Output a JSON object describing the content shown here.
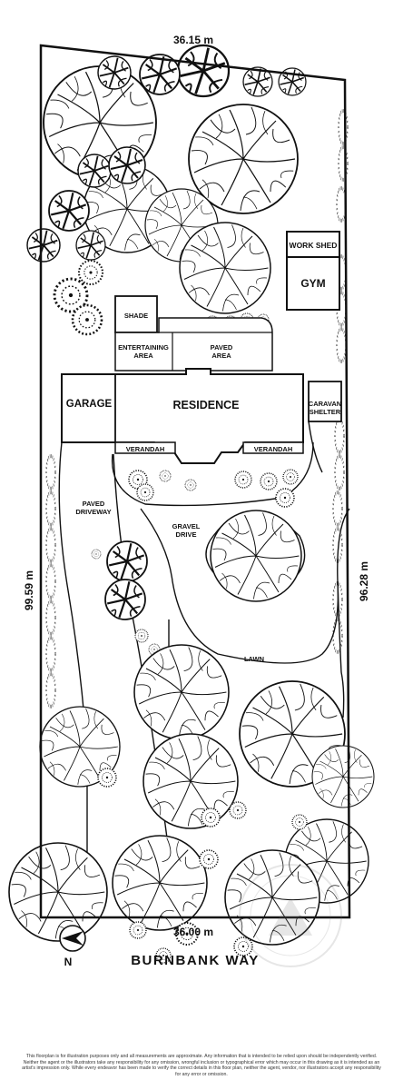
{
  "dimensions": {
    "top": "36.15 m",
    "bottom": "36.00 m",
    "left": "99.59 m",
    "right": "96.28 m"
  },
  "labels": {
    "work_shed": "WORK SHED",
    "gym": "GYM",
    "shade": "SHADE",
    "entertaining_line1": "ENTERTAINING",
    "entertaining_line2": "AREA",
    "paved_line1": "PAVED",
    "paved_line2": "AREA",
    "garage": "GARAGE",
    "residence": "RESIDENCE",
    "caravan_line1": "CARAVAN",
    "caravan_line2": "SHELTER",
    "verandah_left": "VERANDAH",
    "verandah_right": "VERANDAH",
    "driveway_line1": "PAVED",
    "driveway_line2": "DRIVEWAY",
    "gravel_line1": "GRAVEL",
    "gravel_line2": "DRIVE",
    "lawn": "LAWN"
  },
  "street_name": "BURNBANK WAY",
  "north_label": "N",
  "disclaimer": "This floorplan is for illustration purposes only and all measurements are approximate. Any information that is intended to be relied upon should be independently verified. Neither the agent or the illustrators take any responsibility for any omission, wrongful inclusion or typographical error which may occur in this drawing as it is intended as an artist's impression only. While every endeavor has been made to verify the correct details in this floor plan, neither the agent, vendor, nor illustrators accept any responsibility for any error or omission."
}
